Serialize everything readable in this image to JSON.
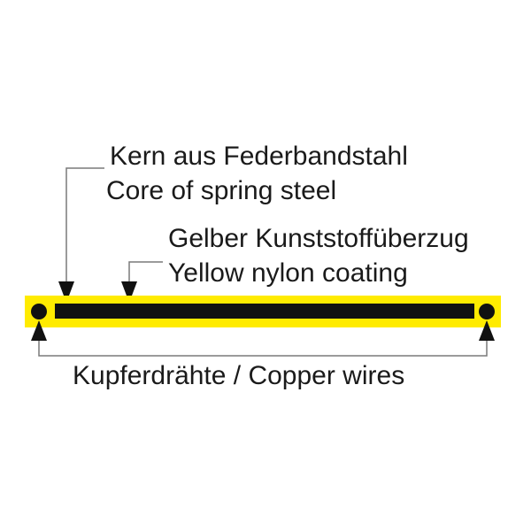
{
  "labels": {
    "core_de": "Kern aus Federbandstahl",
    "core_en": "Core of spring steel",
    "coating_de": "Gelber Kunststoffüberzug",
    "coating_en": "Yellow nylon coating",
    "wires": "Kupferdrähte / Copper wires"
  },
  "colors": {
    "coating": "#ffeb00",
    "core": "#111111",
    "wire": "#111111",
    "leader": "#7a7a7a",
    "text": "#1a1a1a"
  }
}
